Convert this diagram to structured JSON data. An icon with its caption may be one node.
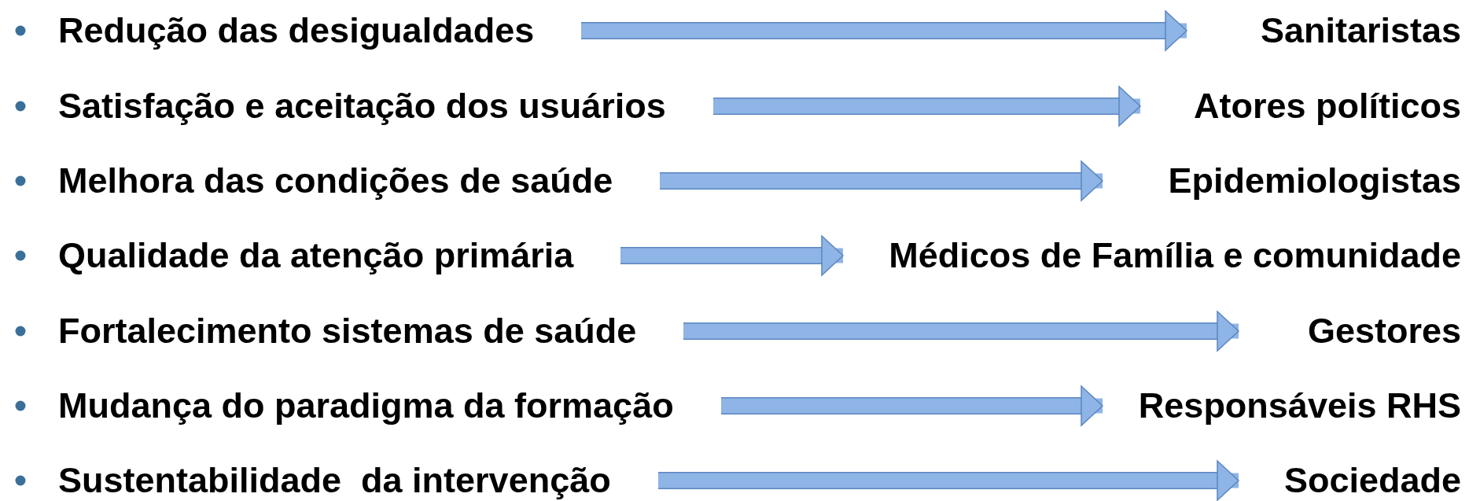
{
  "diagram": {
    "nodes": [
      {
        "text": [
          "Redução das desigualdades"
        ]
      },
      {
        "text": [
          "Sanitaristas"
        ]
      },
      {
        "text": [
          "Satisfação e aceitação dos usuários"
        ]
      },
      {
        "text": [
          "Atores políticos"
        ]
      },
      {
        "text": [
          "Melhora das condições de saúde"
        ]
      },
      {
        "text": [
          "Epidemiologistas"
        ]
      },
      {
        "text": [
          "Qualidade da atenção primária"
        ]
      },
      {
        "text": [
          "Médicos de Família e comunidade"
        ]
      },
      {
        "text": [
          "Fortalecimento sistemas de saúde"
        ]
      },
      {
        "text": [
          "Gestores"
        ]
      },
      {
        "text": [
          "Mudança do paradigma da formação"
        ]
      },
      {
        "text": [
          "Responsáveis RHS"
        ]
      },
      {
        "text": [
          "Sustentabilidade  da intervenção"
        ]
      },
      {
        "text": [
          "Sociedade"
        ]
      }
    ],
    "edges": [
      {
        "from": 0,
        "to": 1,
        "arrow": "to"
      },
      {
        "from": 2,
        "to": 3,
        "arrow": "to"
      },
      {
        "from": 4,
        "to": 5,
        "arrow": "to"
      },
      {
        "from": 6,
        "to": 7,
        "arrow": "to"
      },
      {
        "from": 8,
        "to": 9,
        "arrow": "to"
      },
      {
        "from": 10,
        "to": 11,
        "arrow": "to"
      },
      {
        "from": 12,
        "to": 13,
        "arrow": "to"
      }
    ]
  }
}
